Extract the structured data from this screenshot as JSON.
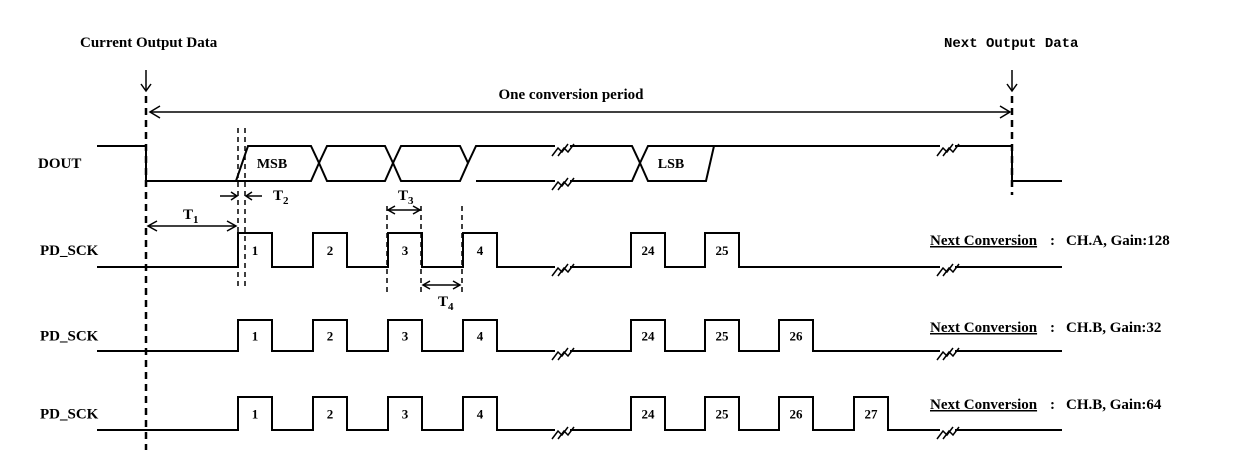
{
  "labels": {
    "current_output": "Current Output Data",
    "next_output": "Next Output Data",
    "period": "One conversion period",
    "dout": "DOUT",
    "msb": "MSB",
    "lsb": "LSB",
    "t1": "T",
    "t1_sub": "1",
    "t2": "T",
    "t2_sub": "2",
    "t3": "T",
    "t3_sub": "3",
    "t4": "T",
    "t4_sub": "4"
  },
  "rows": [
    {
      "name": "PD_SCK",
      "pulses": [
        "1",
        "2",
        "3",
        "4",
        "24",
        "25"
      ],
      "next_label": "Next Conversion",
      "next_sep": ":",
      "next_value": "CH.A, Gain:128"
    },
    {
      "name": "PD_SCK",
      "pulses": [
        "1",
        "2",
        "3",
        "4",
        "24",
        "25",
        "26"
      ],
      "next_label": "Next Conversion",
      "next_sep": ":",
      "next_value": "CH.B, Gain:32"
    },
    {
      "name": "PD_SCK",
      "pulses": [
        "1",
        "2",
        "3",
        "4",
        "24",
        "25",
        "26",
        "27"
      ],
      "next_label": "Next Conversion",
      "next_sep": ":",
      "next_value": "CH.B, Gain:64"
    }
  ]
}
